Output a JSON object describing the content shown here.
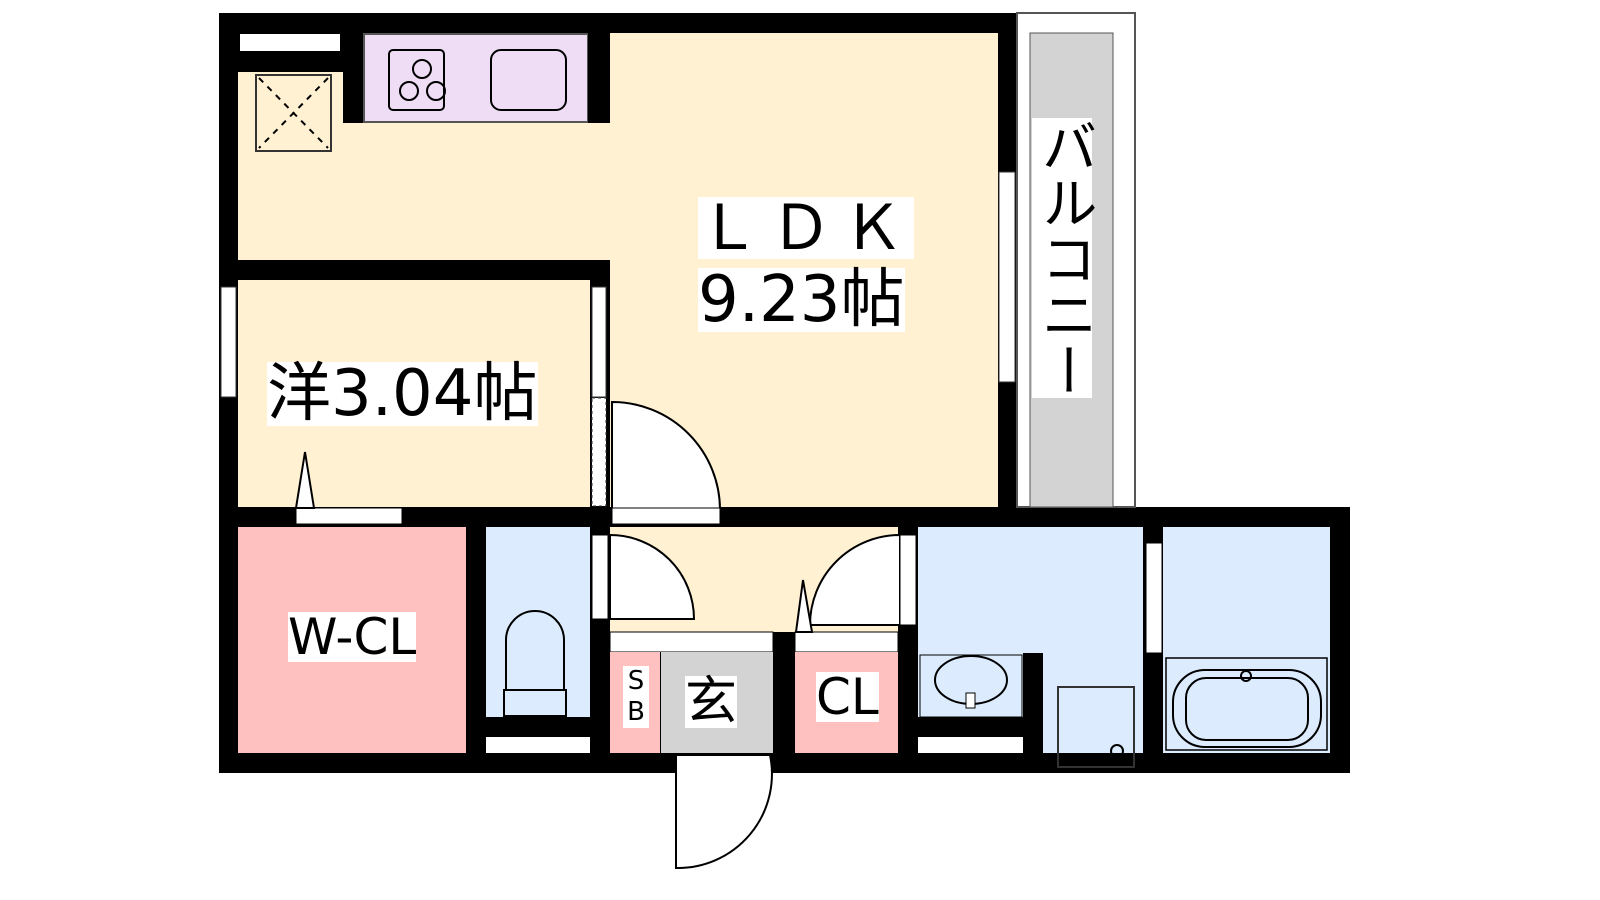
{
  "rooms": {
    "ldk": {
      "name": "ＬＤＫ",
      "size": "9.23帖"
    },
    "western": {
      "label": "洋3.04帖"
    },
    "walk_in_closet": {
      "label": "W-CL"
    },
    "closet": {
      "label": "CL"
    },
    "shoe_box": {
      "label_top": "S",
      "label_bottom": "B"
    },
    "entrance": {
      "label": "玄"
    },
    "balcony": {
      "label": "バルコニー"
    }
  },
  "colors": {
    "wall": "#000000",
    "living": "#FFF1D2",
    "closet": "#FFC0C0",
    "wet": "#DCEBFD",
    "kitchen": "#EEDDF5",
    "gray": "#D3D3D3"
  }
}
